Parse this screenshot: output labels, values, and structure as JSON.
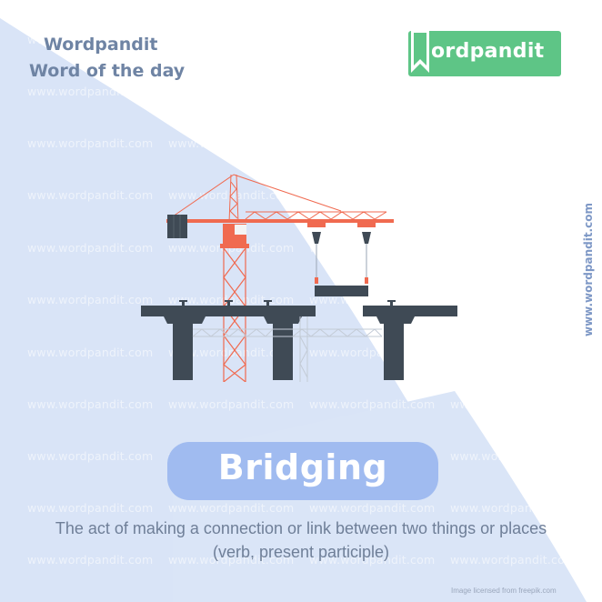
{
  "header": {
    "brand": "Wordpandit",
    "subtitle": "Word of the day"
  },
  "logo": {
    "text": "ordpandit",
    "icon": "bookmark-w-icon",
    "color": "#5ec586"
  },
  "side_url": "www.wordpandit.com",
  "watermark": "www.wordpandit.com",
  "illustration": {
    "description": "construction crane placing bridge segment",
    "icon": "bridge-crane-icon",
    "accent_color": "#f06a50",
    "structure_color": "#3f4a55"
  },
  "word": {
    "text": "Bridging",
    "pill_color": "#a0bbf0"
  },
  "definition": "The act of making a connection  or link between two things or places",
  "part_of_speech": "(verb, present participle)",
  "credit": "Image licensed from freepik.com",
  "colors": {
    "background_shape": "#d9e4f7",
    "text": "#6f84a4"
  }
}
